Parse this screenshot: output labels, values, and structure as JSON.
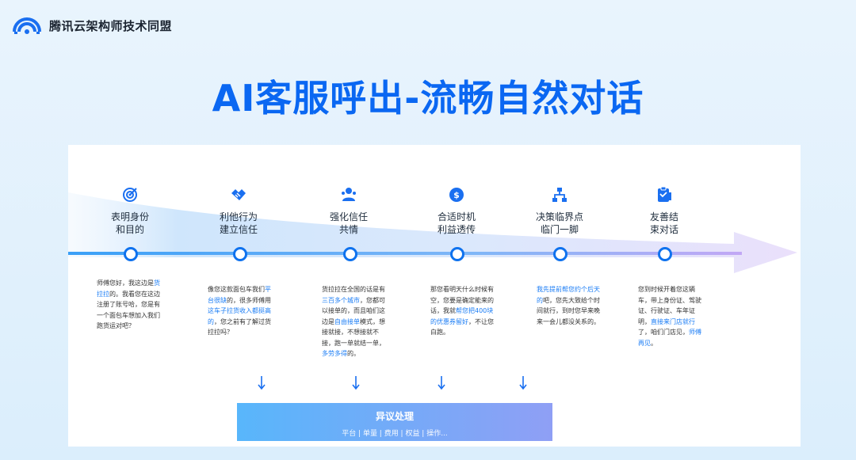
{
  "brand": {
    "name": "腾讯云架构师技术同盟",
    "logo_icon": "wifi-arc-logo-icon"
  },
  "title": "AI客服呼出-流畅自然对话",
  "steps": [
    {
      "label": "表明身份\n和目的",
      "icon": "target-icon"
    },
    {
      "label": "利他行为\n建立信任",
      "icon": "handshake-icon"
    },
    {
      "label": "强化信任\n共情",
      "icon": "people-icon"
    },
    {
      "label": "合适时机\n利益透传",
      "icon": "coin-icon"
    },
    {
      "label": "决策临界点\n临门一脚",
      "icon": "network-icon"
    },
    {
      "label": "友善结\n束对话",
      "icon": "clipboard-icon"
    }
  ],
  "descriptions": [
    [
      {
        "t": "师傅您好，我这边是"
      },
      {
        "t": "货拉拉",
        "hl": true
      },
      {
        "t": "的。我看您在这边注册了账号哈，您是有一个面包车想加入我们跑货运对吧？"
      }
    ],
    [
      {
        "t": "像您这款面包车我们"
      },
      {
        "t": "平台很缺",
        "hl": true
      },
      {
        "t": "的，很多师傅用"
      },
      {
        "t": "这车子拉货收入都挺高的",
        "hl": true
      },
      {
        "t": "，您之前有了解过货拉拉吗？"
      }
    ],
    [
      {
        "t": "货拉拉在全国的话是有"
      },
      {
        "t": "三百多个城市",
        "hl": true
      },
      {
        "t": "，您都可以接单的，而且咱们这边是"
      },
      {
        "t": "自由接单",
        "hl": true
      },
      {
        "t": "模式，想接就接，不想接就不接，跑一单就结一单，"
      },
      {
        "t": "多劳多得",
        "hl": true
      },
      {
        "t": "的。"
      }
    ],
    [
      {
        "t": "那您看明天什么时候有空，您要是确定能来的话，我就"
      },
      {
        "t": "帮您把400块的优惠券留好",
        "hl": true
      },
      {
        "t": "，不让您白跑。"
      }
    ],
    [
      {
        "t": "我先提前帮您约个后天的",
        "hl": true
      },
      {
        "t": "吧，您先大致给个时间就行，到时您早来晚来一会儿都没关系的。"
      }
    ],
    [
      {
        "t": "您到时候开着您这辆车，带上身份证、驾驶证、行驶证、车年证明，"
      },
      {
        "t": "直接来门店就行",
        "hl": true
      },
      {
        "t": "了，咱们门店见，"
      },
      {
        "t": "师傅再见",
        "hl": true
      },
      {
        "t": "。"
      }
    ]
  ],
  "objection": {
    "title": "异议处理",
    "subtitle": "平台 | 单量 | 费用 | 权益 | 操作..."
  },
  "colors": {
    "accent": "#0a67f2",
    "node": "#0f72ee",
    "highlight": "#1a7cf5",
    "arrow_end": "#c2a8f5"
  }
}
